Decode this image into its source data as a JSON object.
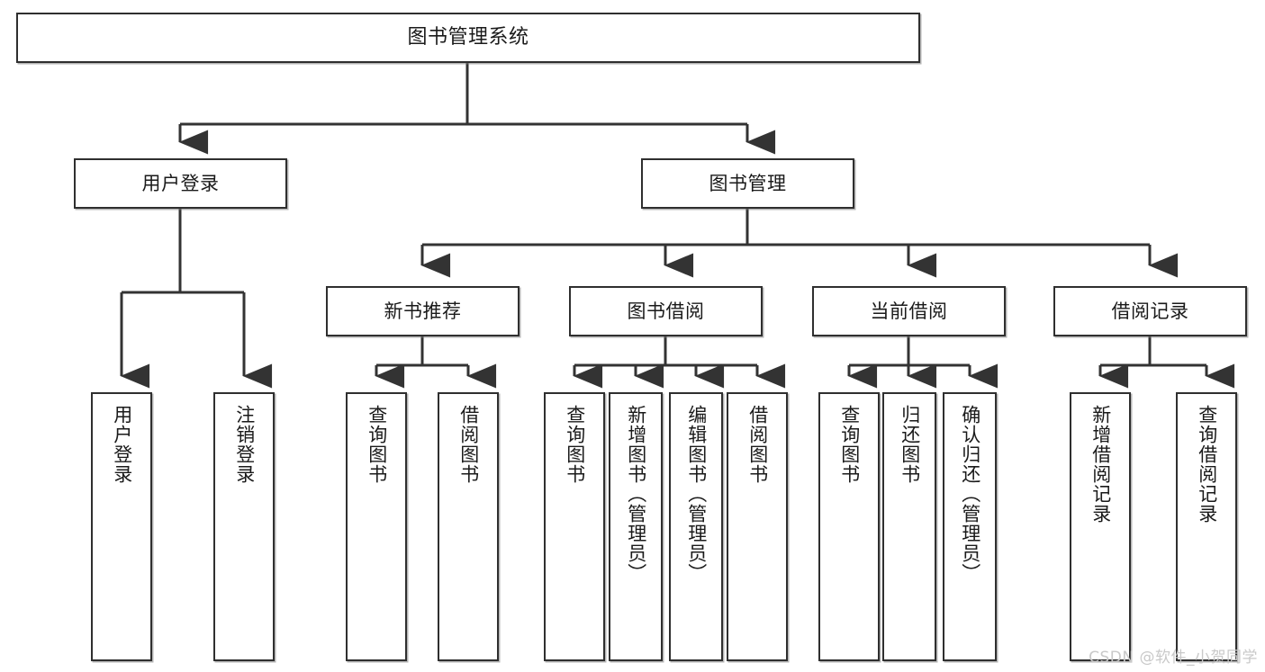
{
  "diagram": {
    "title": "图书管理系统",
    "type": "tree",
    "watermark": "CSDN @软件_小贺同学",
    "colors": {
      "background": "#ffffff",
      "border": "#2f2f2f",
      "text": "#1a1a1a",
      "edge": "#333333",
      "watermark": "#c9c9c9"
    },
    "levels": [
      {
        "level": 1,
        "nodes": [
          "图书管理系统"
        ]
      },
      {
        "level": 2,
        "nodes": [
          "用户登录",
          "图书管理"
        ]
      },
      {
        "level": 3,
        "nodes": [
          "新书推荐",
          "图书借阅",
          "当前借阅",
          "借阅记录"
        ]
      },
      {
        "level": 4,
        "nodes": [
          "用户登录",
          "注销登录",
          "查询图书",
          "借阅图书",
          "查询图书",
          "新增图书（管理员）",
          "编辑图书（管理员）",
          "借阅图书",
          "查询图书",
          "归还图书",
          "确认归还（管理员）",
          "新增借阅记录",
          "查询借阅记录"
        ]
      }
    ],
    "nodes": {
      "root": {
        "label": "图书管理系统"
      },
      "user_login": {
        "label": "用户登录"
      },
      "book_manage": {
        "label": "图书管理"
      },
      "new_book_rec": {
        "label": "新书推荐"
      },
      "book_borrow": {
        "label": "图书借阅"
      },
      "current_borrow": {
        "label": "当前借阅"
      },
      "borrow_record": {
        "label": "借阅记录"
      },
      "leaf_login": {
        "label": "用户登录"
      },
      "leaf_logout": {
        "label": "注销登录"
      },
      "leaf_q_book_1": {
        "label": "查询图书"
      },
      "leaf_borrow_1": {
        "label": "借阅图书"
      },
      "leaf_q_book_2": {
        "label": "查询图书"
      },
      "leaf_add_book": {
        "label": "新增图书（管理员）"
      },
      "leaf_edit_book": {
        "label": "编辑图书（管理员）"
      },
      "leaf_borrow_2": {
        "label": "借阅图书"
      },
      "leaf_q_book_3": {
        "label": "查询图书"
      },
      "leaf_return": {
        "label": "归还图书"
      },
      "leaf_confirm": {
        "label": "确认归还（管理员）"
      },
      "leaf_add_rec": {
        "label": "新增借阅记录"
      },
      "leaf_q_rec": {
        "label": "查询借阅记录"
      }
    },
    "edges": [
      {
        "from": "root",
        "to": "user_login"
      },
      {
        "from": "root",
        "to": "book_manage"
      },
      {
        "from": "user_login",
        "to": "leaf_login"
      },
      {
        "from": "user_login",
        "to": "leaf_logout"
      },
      {
        "from": "book_manage",
        "to": "new_book_rec"
      },
      {
        "from": "book_manage",
        "to": "book_borrow"
      },
      {
        "from": "book_manage",
        "to": "current_borrow"
      },
      {
        "from": "book_manage",
        "to": "borrow_record"
      },
      {
        "from": "new_book_rec",
        "to": "leaf_q_book_1"
      },
      {
        "from": "new_book_rec",
        "to": "leaf_borrow_1"
      },
      {
        "from": "book_borrow",
        "to": "leaf_q_book_2"
      },
      {
        "from": "book_borrow",
        "to": "leaf_add_book"
      },
      {
        "from": "book_borrow",
        "to": "leaf_edit_book"
      },
      {
        "from": "book_borrow",
        "to": "leaf_borrow_2"
      },
      {
        "from": "current_borrow",
        "to": "leaf_q_book_3"
      },
      {
        "from": "current_borrow",
        "to": "leaf_return"
      },
      {
        "from": "current_borrow",
        "to": "leaf_confirm"
      },
      {
        "from": "borrow_record",
        "to": "leaf_add_rec"
      },
      {
        "from": "borrow_record",
        "to": "leaf_q_rec"
      }
    ]
  }
}
